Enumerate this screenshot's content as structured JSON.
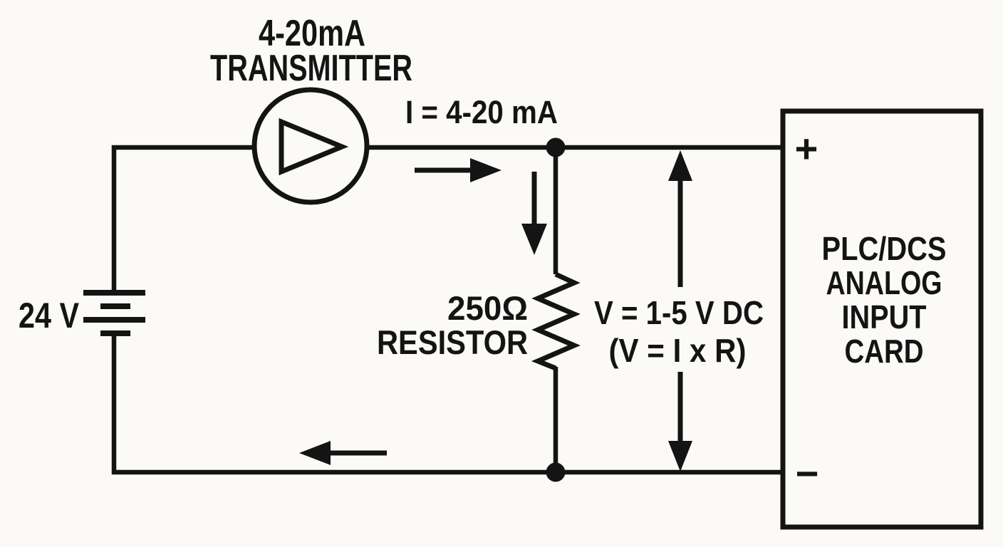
{
  "colors": {
    "ink": "#141414",
    "background": "#fbfaf7"
  },
  "labels": {
    "transmitter_line1": "4-20mA",
    "transmitter_line2": "TRANSMITTER",
    "current": "I = 4-20 mA",
    "supply_voltage": "24 V",
    "resistor_value": "250Ω",
    "resistor_name": "RESISTOR",
    "voltage_line1": "V = 1-5 V DC",
    "voltage_line2": "(V = I x R)",
    "plc_line1": "PLC/DCS",
    "plc_line2": "ANALOG",
    "plc_line3": "INPUT",
    "plc_line4": "CARD",
    "terminal_positive": "+",
    "terminal_negative": "−"
  }
}
